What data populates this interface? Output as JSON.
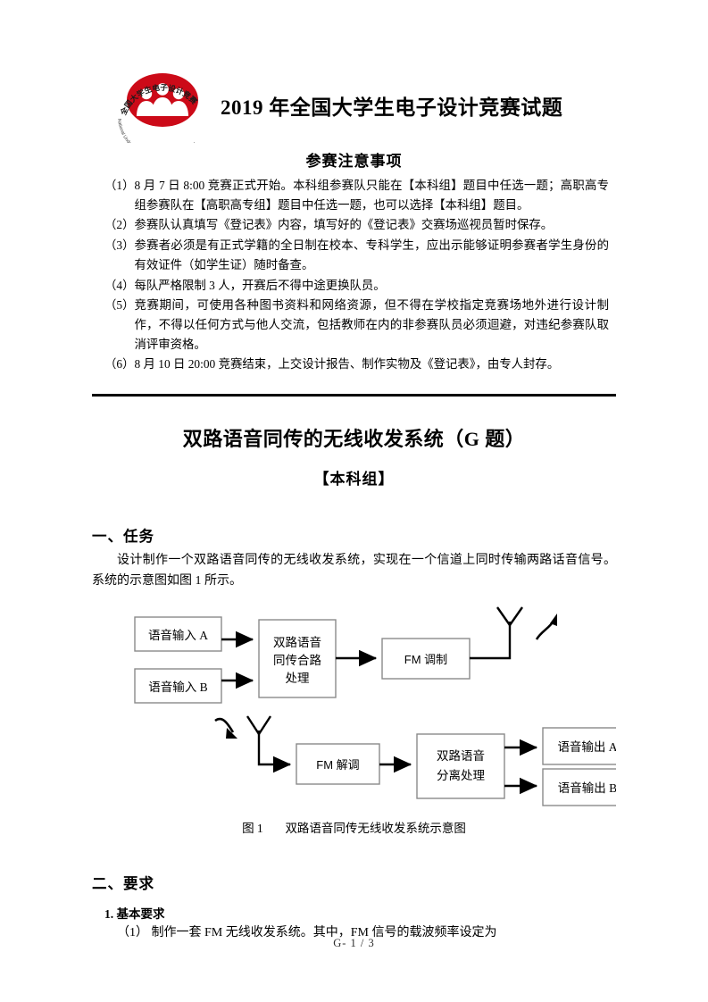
{
  "header": {
    "logo_alt": "national-undergraduate-electronic-design-contest-logo",
    "logo_text_cn": "全国大学生电子设计竞赛",
    "logo_text_en": "National Undergraduate Electronic Design Contest",
    "doc_title": "2019 年全国大学生电子设计竞赛试题"
  },
  "notice": {
    "title": "参赛注意事项",
    "items": [
      {
        "num": "（1）",
        "text": "8 月 7 日 8:00 竞赛正式开始。本科组参赛队只能在【本科组】题目中任选一题；高职高专组参赛队在【高职高专组】题目中任选一题，也可以选择【本科组】题目。"
      },
      {
        "num": "（2）",
        "text": "参赛队认真填写《登记表》内容，填写好的《登记表》交赛场巡视员暂时保存。"
      },
      {
        "num": "（3）",
        "text": "参赛者必须是有正式学籍的全日制在校本、专科学生，应出示能够证明参赛者学生身份的有效证件（如学生证）随时备查。"
      },
      {
        "num": "（4）",
        "text": "每队严格限制 3 人，开赛后不得中途更换队员。"
      },
      {
        "num": "（5）",
        "text": "竞赛期间，可使用各种图书资料和网络资源，但不得在学校指定竞赛场地外进行设计制作，不得以任何方式与他人交流，包括教师在内的非参赛队员必须迴避，对违纪参赛队取消评审资格。"
      },
      {
        "num": "（6）",
        "text": "8 月 10 日 20:00 竞赛结束，上交设计报告、制作实物及《登记表》，由专人封存。"
      }
    ]
  },
  "title_block": {
    "main_title": "双路语音同传的无线收发系统（G 题）",
    "group_label": "【本科组】"
  },
  "sections": {
    "task": {
      "heading": "一、任务",
      "paragraph": "设计制作一个双路语音同传的无线收发系统，实现在一个信道上同时传输两路话音信号。系统的示意图如图 1 所示。"
    },
    "requirements": {
      "heading": "二、要求",
      "sub_heading": "1. 基本要求",
      "item_1": "（1） 制作一套 FM 无线收发系统。其中，FM 信号的载波频率设定为"
    }
  },
  "figure": {
    "caption_label": "图 1",
    "caption_text": "双路语音同传无线收发系统示意图",
    "tx_blocks": {
      "input_a": "语音输入 A",
      "input_b": "语音输入 B",
      "combiner_line1": "双路语音",
      "combiner_line2": "同传合路",
      "combiner_line3": "处理",
      "modulator": "FM 调制"
    },
    "rx_blocks": {
      "demodulator": "FM 解调",
      "separator_line1": "双路语音",
      "separator_line2": "分离处理",
      "output_a": "语音输出 A",
      "output_b": "语音输出 B"
    },
    "icons": {
      "tx_antenna": "antenna-transmit-icon",
      "rx_antenna": "antenna-receive-icon",
      "tx_wave_arrow": "radio-wave-arrow-icon",
      "rx_wave_arrow": "radio-wave-arrow-icon"
    }
  },
  "footer": {
    "page_label": "G- 1 / 3"
  },
  "colors": {
    "logo_red": "#cc0a18",
    "box_border": "#8a8a8a",
    "text": "#000000"
  }
}
